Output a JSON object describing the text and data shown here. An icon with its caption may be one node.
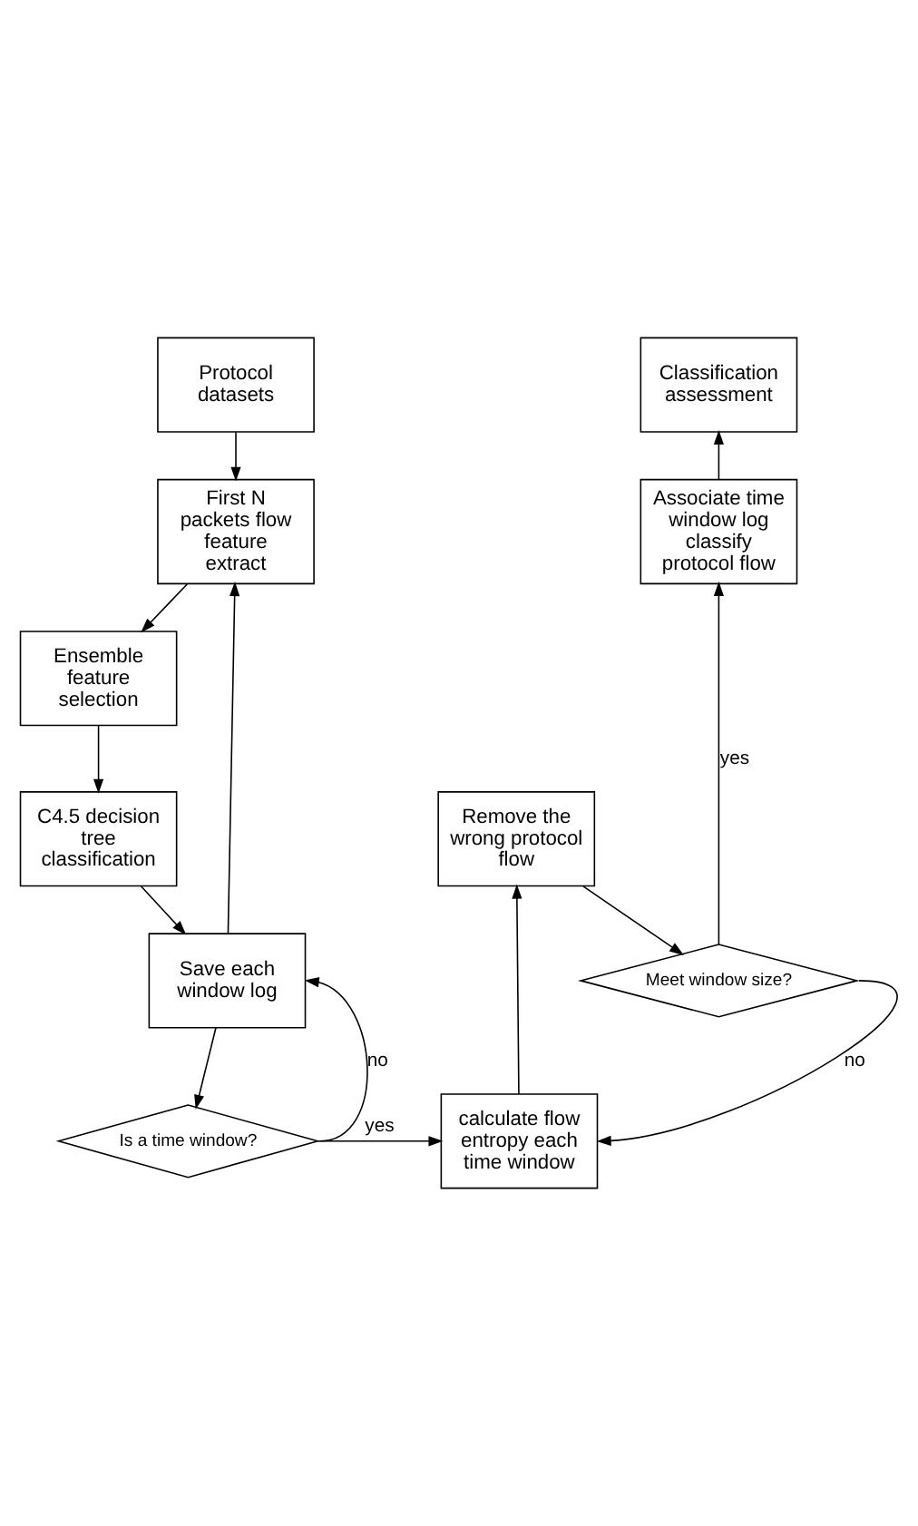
{
  "diagram": {
    "nodes": [
      {
        "text": [
          "Protocol datasets"
        ]
      },
      {
        "text": [
          "First N packets flow feature extract"
        ]
      },
      {
        "text": [
          "Ensemble feature selection"
        ]
      },
      {
        "text": [
          "C4.5 decision tree classification"
        ]
      },
      {
        "text": [
          "Save each window log"
        ]
      },
      {
        "text": [
          "Is a time window?"
        ]
      },
      {
        "text": [
          "calculate flow entropy each time window"
        ]
      },
      {
        "text": [
          "Remove the wrong protocol flow"
        ]
      },
      {
        "text": [
          "Meet window size?"
        ]
      },
      {
        "text": [
          "Associate time window log classify protocol flow"
        ]
      },
      {
        "text": [
          "Classification assessment"
        ]
      }
    ],
    "edges": [
      {
        "from": 0,
        "to": 1,
        "arrow": "to"
      },
      {
        "from": 1,
        "to": 2,
        "arrow": "to"
      },
      {
        "from": 2,
        "to": 3,
        "arrow": "to"
      },
      {
        "from": 3,
        "to": 4,
        "arrow": "to"
      },
      {
        "from": 4,
        "to": 1,
        "arrow": "to"
      },
      {
        "from": 4,
        "to": 5,
        "arrow": "to"
      },
      {
        "from": 5,
        "to": 4,
        "arrow": "to",
        "label": "no"
      },
      {
        "from": 5,
        "to": 6,
        "arrow": "to",
        "label": "yes"
      },
      {
        "from": 6,
        "to": 7,
        "arrow": "to"
      },
      {
        "from": 7,
        "to": 8,
        "arrow": "to"
      },
      {
        "from": 8,
        "to": 9,
        "arrow": "to",
        "label": "yes"
      },
      {
        "from": 8,
        "to": 6,
        "arrow": "to",
        "label": "no"
      },
      {
        "from": 9,
        "to": 10,
        "arrow": "to"
      }
    ]
  }
}
